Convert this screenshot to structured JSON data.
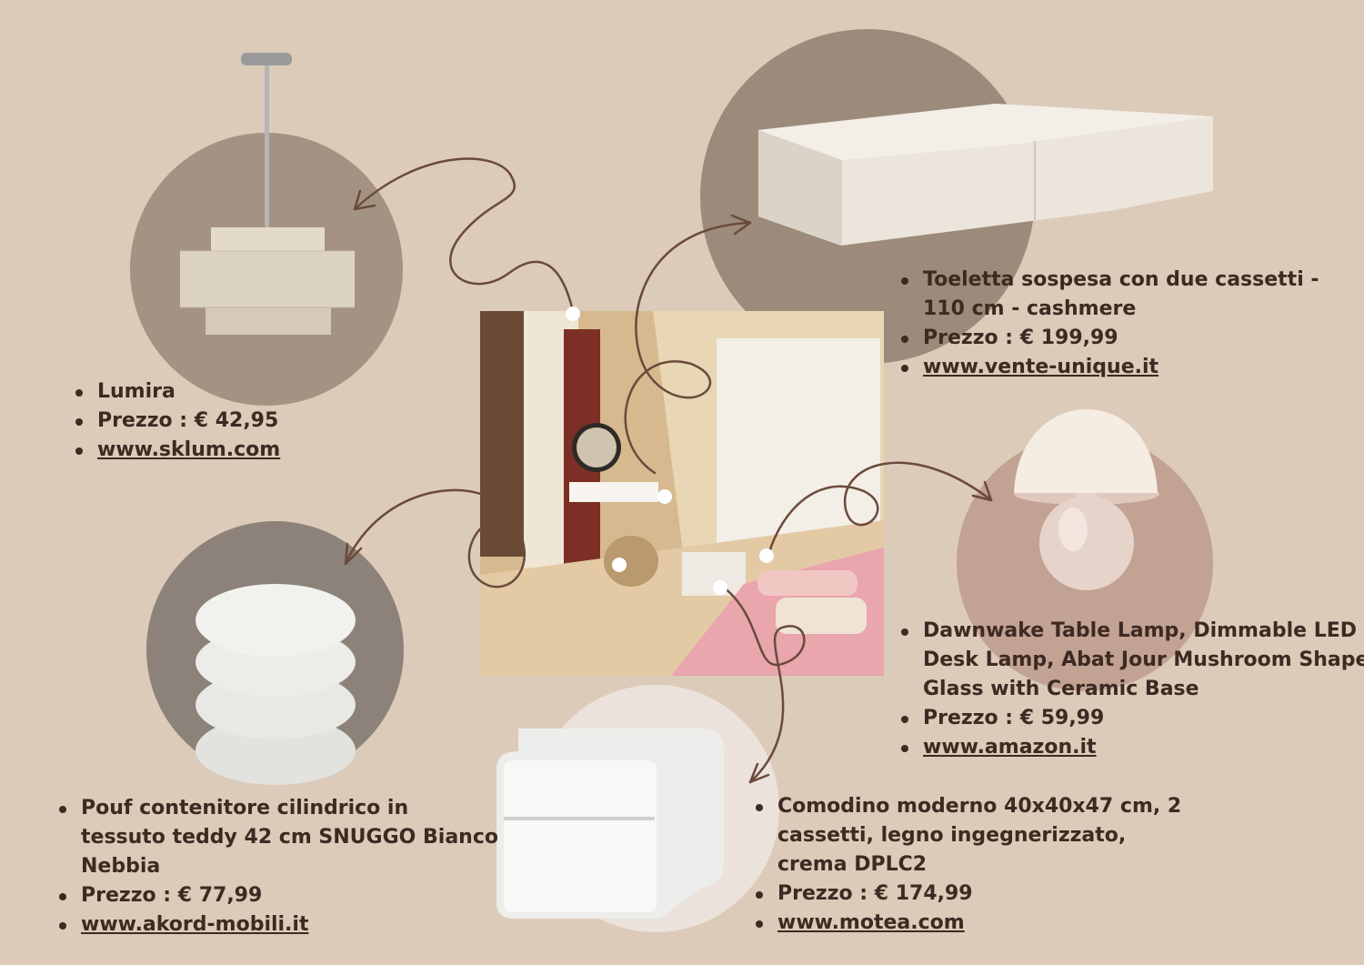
{
  "products": {
    "lamp": {
      "name": "Lumira",
      "price": "Prezzo : € 42,95",
      "url": "www.sklum.com",
      "icon": "pendant-lamp-icon"
    },
    "vanity": {
      "name": "Toeletta sospesa con due cassetti - 110 cm - cashmere",
      "price": "Prezzo : € 199,99",
      "url": "www.vente-unique.it",
      "icon": "wall-vanity-icon"
    },
    "table_lamp": {
      "name": "Dawnwake Table Lamp, Dimmable LED Desk Lamp, Abat Jour Mushroom Shape Glass with Ceramic Base",
      "price": "Prezzo : € 59,99",
      "url": "www.amazon.it",
      "icon": "mushroom-lamp-icon"
    },
    "pouf": {
      "name": "Pouf contenitore cilindrico in tessuto teddy 42 cm SNUGGO Bianco Nebbia",
      "price": "Prezzo : € 77,99",
      "url": "www.akord-mobili.it",
      "icon": "pouf-icon"
    },
    "nightstand": {
      "name": "Comodino moderno 40x40x47 cm, 2 cassetti, legno ingegnerizzato, crema DPLC2",
      "price": "Prezzo : € 174,99",
      "url": "www.motea.com",
      "icon": "nightstand-icon"
    }
  },
  "colors": {
    "background": "#dccbb9",
    "circle_taupe": "#a49382",
    "circle_brown": "#9c8b7a",
    "circle_grey": "#8c8279",
    "circle_pink": "#c2a293",
    "circle_light": "#ebe3db",
    "text": "#3d2a22",
    "arrow": "#6b4a3c"
  }
}
